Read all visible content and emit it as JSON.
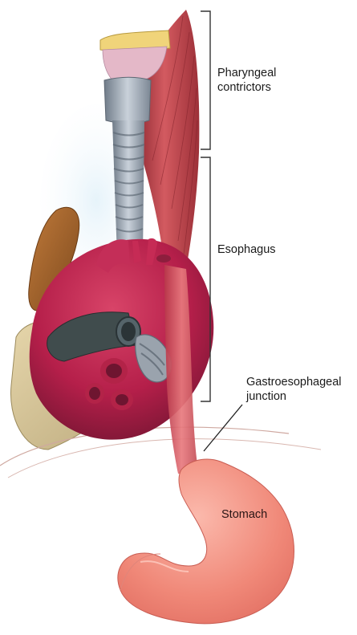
{
  "figure": {
    "labels": {
      "pharyngeal_constrictors": [
        "Pharyngeal",
        "contrictors"
      ],
      "esophagus": "Esophagus",
      "gastroesophageal_junction": [
        "Gastroesophageal",
        "junction"
      ],
      "stomach": "Stomach"
    },
    "colors": {
      "muscle": "#c9454e",
      "muscle_dark": "#8e2a33",
      "trachea": "#a9b3be",
      "trachea_dark": "#6f7b88",
      "heart": "#c2254f",
      "heart_dark": "#8a1a3a",
      "aorta_dark": "#3f4a4a",
      "stomach": "#f18a7a",
      "stomach_light": "#f9b3a6",
      "liver": "#a0622a",
      "diaphragm": "#d9c79b",
      "lung": "#d8ecf5",
      "bracket": "#333333"
    }
  }
}
